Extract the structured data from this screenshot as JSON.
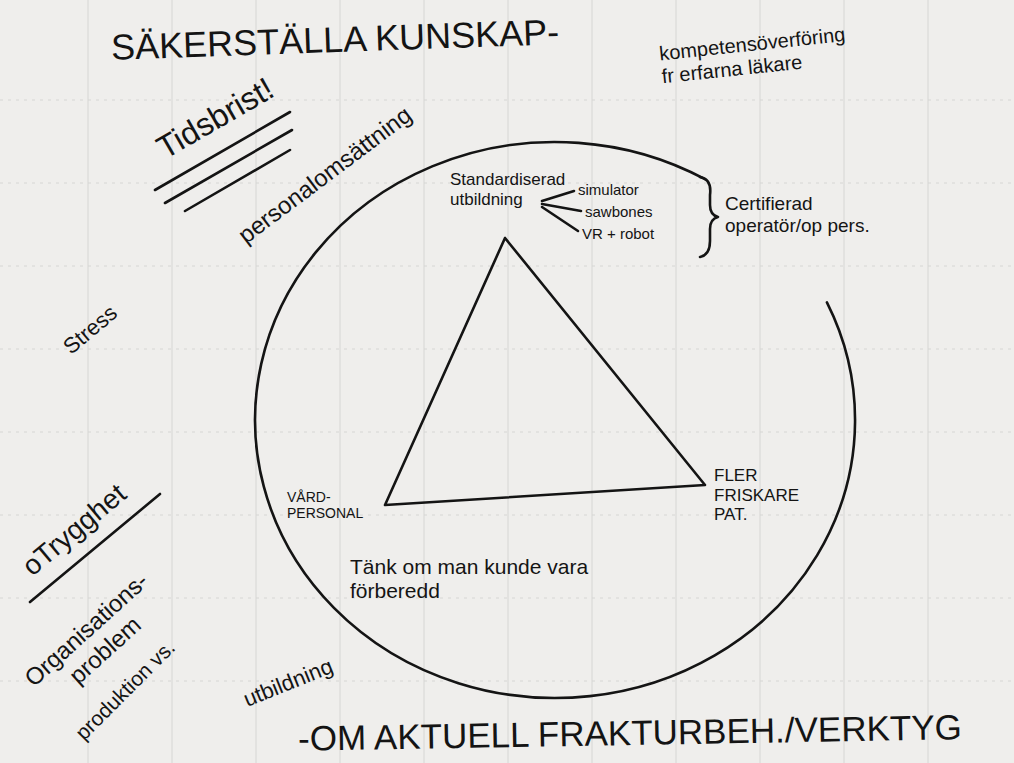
{
  "diagram": {
    "title": "SÄKERSTÄLLA KUNSKAP-",
    "caption": "-OM AKTUELL FRAKTURBEH./VERKTYG",
    "labels": [
      "kompetensöverföring fr erfarna läkare",
      "Tidsbrist!",
      "personalomsättning",
      "Standardiserad utbildning",
      "simulator",
      "sawbones",
      "VR + robot",
      "Certifierad operatör/op pers.",
      "Stress",
      "VÅRD- PERSONAL",
      "FLER FRISKARE PAT.",
      "oTrygghet",
      "Tänk om man kunde vara förberedd",
      "Organisations- problem",
      "produktion vs.",
      "utbildning"
    ]
  }
}
